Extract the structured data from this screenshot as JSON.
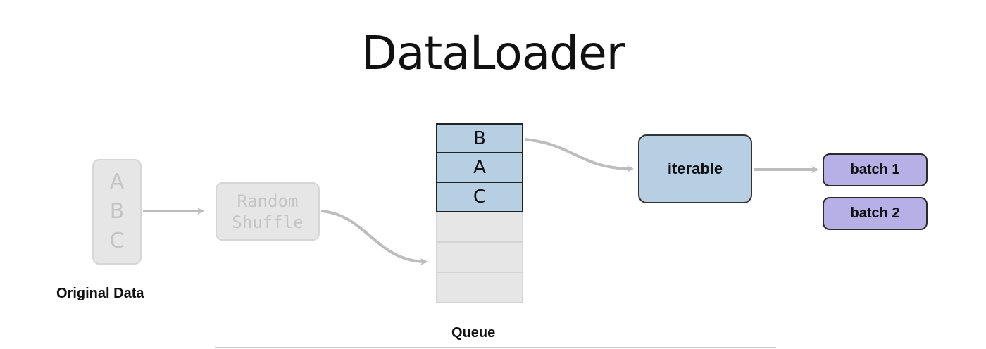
{
  "title": "DataLoader",
  "original_data": {
    "items": [
      "A",
      "B",
      "C"
    ],
    "label": "Original Data"
  },
  "shuffle": {
    "line1": "Random",
    "line2": "Shuffle"
  },
  "queue": {
    "filled": [
      "B",
      "A",
      "C"
    ],
    "empty_slots": 3,
    "label": "Queue"
  },
  "iterable": {
    "label": "iterable"
  },
  "batches": [
    "batch 1",
    "batch 2"
  ],
  "colors": {
    "faded_fill": "#e6e6e6",
    "faded_text": "#c4c4c4",
    "queue_fill": "#b7cfe3",
    "batch_fill": "#b7b0e6",
    "arrow": "#bdbdbd"
  }
}
